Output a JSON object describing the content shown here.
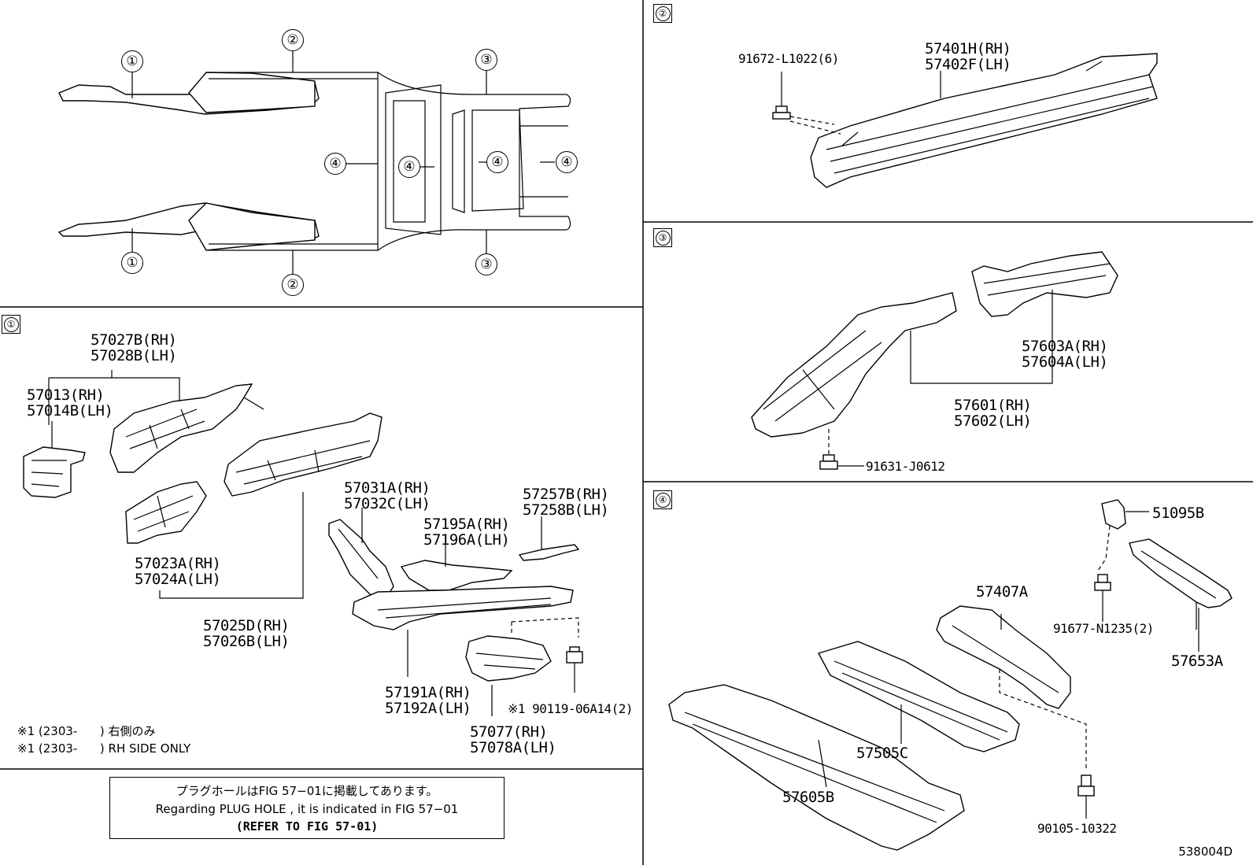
{
  "overview": {
    "callouts": [
      "①",
      "②",
      "③",
      "④",
      "④",
      "④",
      "④",
      "①",
      "②",
      "③"
    ]
  },
  "section_1": {
    "tag": "①",
    "labels": {
      "p57027": "57027B(RH)\n57028B(LH)",
      "p57013": "57013(RH)\n57014B(LH)",
      "p57023": "57023A(RH)\n57024A(LH)",
      "p57025": "57025D(RH)\n57026B(LH)",
      "p57031": "57031A(RH)\n57032C(LH)",
      "p57195": "57195A(RH)\n57196A(LH)",
      "p57257": "57257B(RH)\n57258B(LH)",
      "p57191": "57191A(RH)\n57192A(LH)",
      "p57077": "57077(RH)\n57078A(LH)",
      "p90119": "※1 90119-06A14(2)"
    },
    "notes": [
      "※1 (2303-      ) 右側のみ",
      "※1 (2303-      ) RH SIDE ONLY"
    ]
  },
  "section_2": {
    "tag": "②",
    "labels": {
      "p91672": "91672-L1022(6)",
      "p57401": "57401H(RH)\n57402F(LH)"
    }
  },
  "section_3": {
    "tag": "③",
    "labels": {
      "p57603": "57603A(RH)\n57604A(LH)",
      "p57601": "57601(RH)\n57602(LH)",
      "p91631": "91631-J0612"
    }
  },
  "section_4": {
    "tag": "④",
    "labels": {
      "p51095": "51095B",
      "p57407": "57407A",
      "p91677": "91677-N1235(2)",
      "p57653": "57653A",
      "p57505": "57505C",
      "p57605": "57605B",
      "p90105": "90105-10322"
    }
  },
  "reference": {
    "line1": "プラグホールはFIG 57−01に掲載してあります。",
    "line2": "Regarding  PLUG  HOLE , it is indicated in  FIG  57−01",
    "line3": "(REFER TO FIG 57-01)"
  },
  "figure_code": "538004D"
}
